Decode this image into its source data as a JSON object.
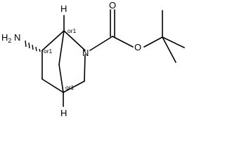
{
  "molecule": {
    "atoms": {
      "amine": "H",
      "amine_n": "N",
      "ring_n": "N",
      "carbonyl_o": "O",
      "ester_o": "O",
      "h_top": "H",
      "h_bottom": "H"
    },
    "stereo_labels": {
      "c1": "or1",
      "c6": "or1",
      "c4": "or1"
    }
  }
}
